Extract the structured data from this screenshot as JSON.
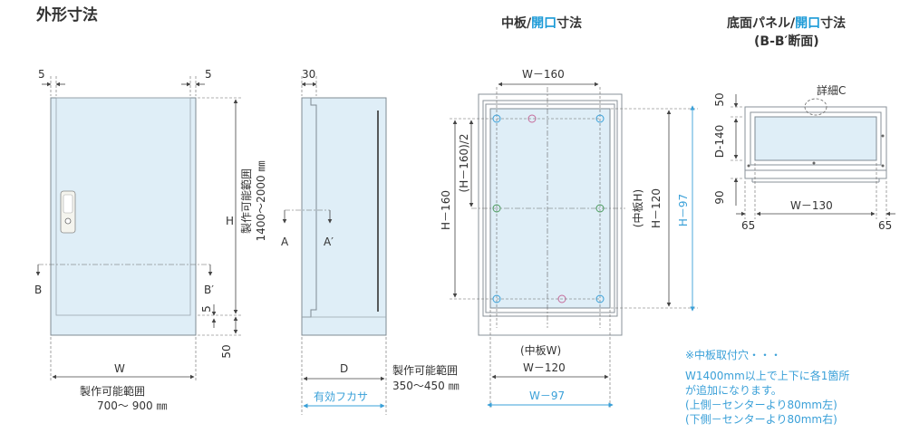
{
  "titles": {
    "main": "外形寸法",
    "center_pre": "中板/",
    "center_acc": "開口",
    "center_post": "寸法",
    "right_pre": "底面パネル/",
    "right_acc": "開口",
    "right_post": "寸法",
    "right_sub": "(B-B′断面)"
  },
  "front": {
    "dim_5_left": "5",
    "dim_5_right": "5",
    "label_H": "H",
    "range_line1": "製作可能範囲",
    "range_line2": "1400～2000 ㎜",
    "label_B": "B",
    "label_Bp": "B′",
    "dim_5_bottom": "5",
    "dim_50": "50",
    "label_W": "W",
    "w_range1": "製作可能範囲",
    "w_range2": "700～ 900 ㎜"
  },
  "side": {
    "dim_30": "30",
    "label_A": "A",
    "label_Ap": "A′",
    "label_D": "D",
    "d_range1": "製作可能範囲",
    "d_range2": "350～450 ㎜",
    "effective": "有効フカサ"
  },
  "plate": {
    "w160": "W－160",
    "h160_2": "(H－160)/2",
    "h160": "H－160",
    "plate_h": "(中板H)",
    "h120": "H－120",
    "h97": "H－97",
    "plate_w": "(中板W)",
    "w120": "W－120",
    "w97": "W－97"
  },
  "bottom": {
    "detail": "詳細C",
    "d50": "50",
    "d140": "D-140",
    "d90": "90",
    "w130": "W－130",
    "d65l": "65",
    "d65r": "65"
  },
  "notes": {
    "title": "※中板取付穴・・・",
    "line1": "W1400mm以上で上下に各1箇所",
    "line2": "が追加になります。",
    "line3": "(上側－センターより80mm左)",
    "line4": "(下側－センターより80mm右)"
  },
  "colors": {
    "accent": "#1a9ad7",
    "panel": "#dfeef7",
    "hole_green": "#4a9a5c",
    "hole_pink": "#c66a9a"
  }
}
